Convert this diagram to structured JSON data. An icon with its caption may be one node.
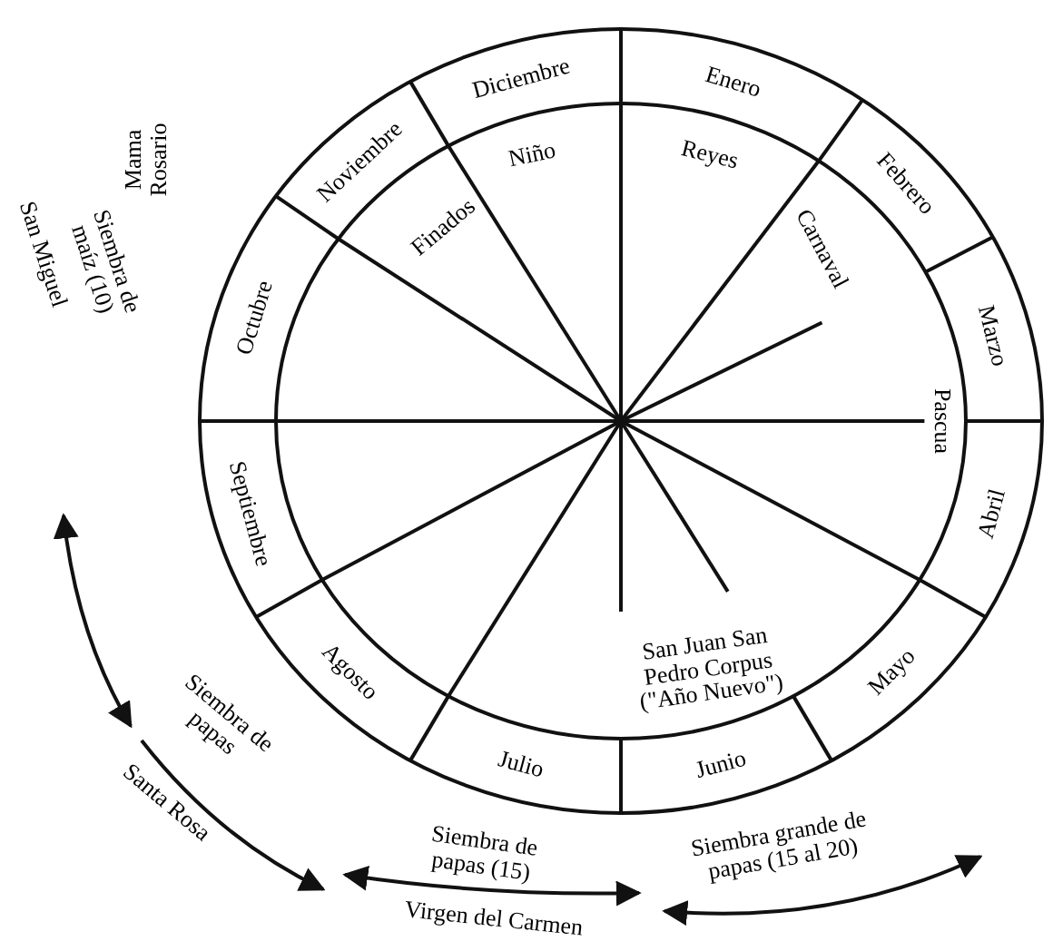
{
  "diagram": {
    "labels": [
      "Diciembre",
      "Enero",
      "Noviembre",
      "Niño",
      "Reyes",
      "Febrero",
      "Finados",
      "Carnaval",
      "Marzo",
      "Octubre",
      "Mama Rosario",
      "Pascua",
      "Siembra de maíz (10)",
      "San Miguel",
      "Septiembre",
      "Abril",
      "San Juan San Pedro Corpus (\"Año Nuevo\")",
      "Agosto",
      "Mayo",
      "Siembra de papas",
      "Santa Rosa",
      "Julio",
      "Junio",
      "Siembra de papas (15)",
      "Siembra grande de papas (15 al 20)",
      "Virgen del Carmen"
    ]
  }
}
